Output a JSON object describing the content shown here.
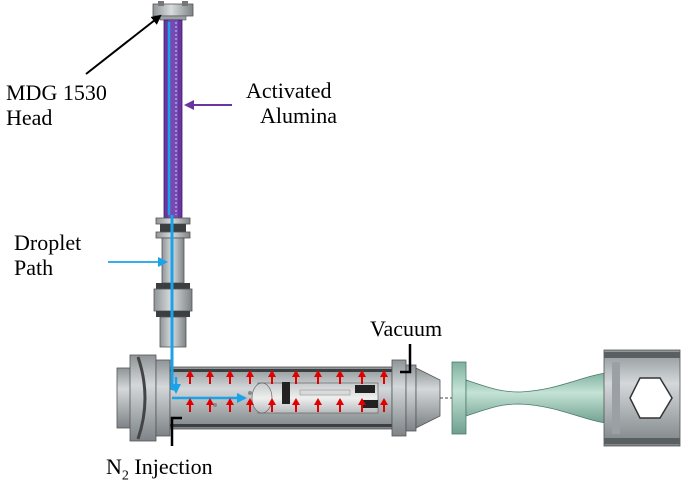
{
  "labels": {
    "mdg_line1": "MDG 1530",
    "mdg_line2": "Head",
    "alumina_line1": "Activated",
    "alumina_line2": "Alumina",
    "droplet_line1": "Droplet",
    "droplet_line2": "Path",
    "vacuum": "Vacuum",
    "n2_prefix": "N",
    "n2_sub": "2",
    "n2_suffix": " Injection"
  },
  "colors": {
    "alumina_arrow": "#6a35a1",
    "droplet_path": "#1aa3e8",
    "injection_arrows": "#e00000",
    "steel": "#b3b8bb",
    "nozzle": "#9cc9b8"
  }
}
